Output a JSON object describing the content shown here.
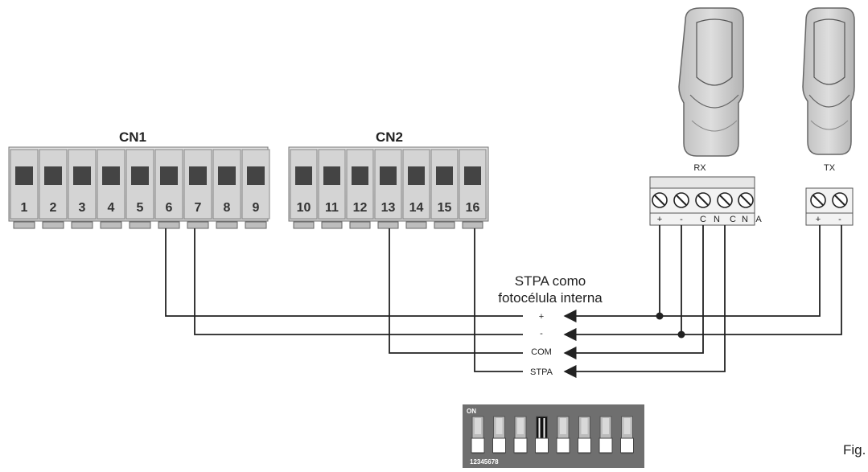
{
  "connectors": {
    "cn1": {
      "title": "CN1",
      "terminals": [
        "1",
        "2",
        "3",
        "4",
        "5",
        "6",
        "7",
        "8",
        "9"
      ]
    },
    "cn2": {
      "title": "CN2",
      "terminals": [
        "10",
        "11",
        "12",
        "13",
        "14",
        "15",
        "16"
      ]
    }
  },
  "rx": {
    "title": "RX",
    "pins": [
      "+",
      "-",
      "C",
      "N",
      "C",
      "N",
      "A"
    ]
  },
  "tx": {
    "title": "TX",
    "pins": [
      "+",
      "-"
    ]
  },
  "caption": {
    "line1": "STPA como",
    "line2": "fotocélula interna"
  },
  "signals": [
    "+",
    "-",
    "COM",
    "STPA"
  ],
  "dip": {
    "on_label": "ON",
    "numbers": "12345678",
    "active_switch": 4
  },
  "fig_label": "Fig."
}
